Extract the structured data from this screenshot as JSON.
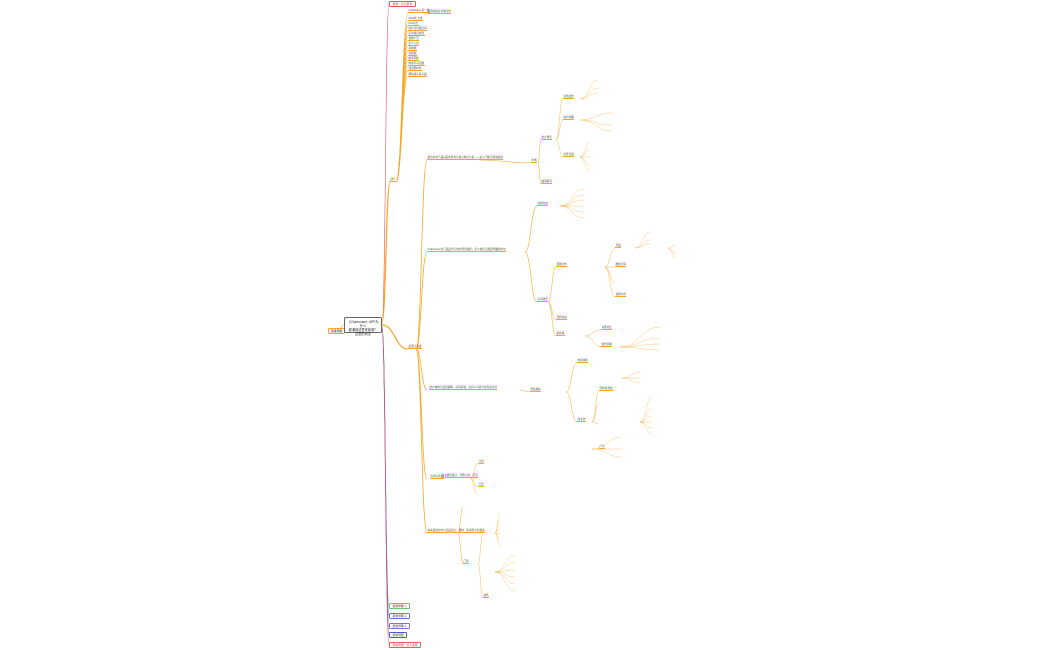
{
  "root": {
    "label": "思维导图"
  },
  "central": {
    "line1": "《Clubhouse》APP为什么",
    "line2": "都涌到这里来参观？",
    "line3": "这里的玩法"
  },
  "side_nodes": [
    {
      "label": "思维一点大思导",
      "color": "red"
    },
    {
      "label": "思维导图·1",
      "color": "green"
    },
    {
      "label": "思维导图·2",
      "color": "blue"
    },
    {
      "label": "思维导图·3",
      "color": "purple"
    },
    {
      "label": "思维导图",
      "color": "indigo"
    },
    {
      "label": "思维导图一点大思导",
      "color": "red"
    }
  ],
  "branches": [
    {
      "label": "简介"
    },
    {
      "label": "起源与发展"
    },
    {
      "label": "应用与影响"
    }
  ],
  "main_topics": [
    {
      "label": "语音社交产品兴起的背景与核心特点分析——进入门槛与邀请机制"
    },
    {
      "label": "Clubhouse 的产品定位与用户增长路径，名人效应与圈层传播的作用"
    },
    {
      "label": "用户体验与运营策略：房间机制、主持人与听众的互动方式"
    },
    {
      "label": "商业模式探讨：付费订阅、打赏"
    },
    {
      "label": "未来发展方向与竞品对比：推特、脸书等平台跟进"
    }
  ],
  "intro_items": [
    {
      "label": "Clubhouse 是一款"
    },
    {
      "label": "邀请制语音社交应用"
    },
    {
      "label": "2020年上线"
    },
    {
      "label": "iOS平台"
    },
    {
      "label": "用户可创建房间"
    },
    {
      "label": "实时语音交流"
    },
    {
      "label": "话题广泛"
    },
    {
      "label": "名人入驻"
    },
    {
      "label": "科技圈"
    },
    {
      "label": "创投圈"
    },
    {
      "label": "娱乐明星"
    },
    {
      "label": "内容不可回放"
    },
    {
      "label": "强调即时性"
    },
    {
      "label": "稀缺感与参与感"
    }
  ],
  "sub_items": [
    {
      "label": "市场"
    },
    {
      "label": "用户增长"
    },
    {
      "label": "融资情况"
    },
    {
      "label": "估值变化"
    },
    {
      "label": "用户画像"
    },
    {
      "label": "社区氛围"
    },
    {
      "label": "内容生态"
    },
    {
      "label": "房间类型"
    },
    {
      "label": "话题分布"
    },
    {
      "label": "活跃时段"
    },
    {
      "label": "留存率"
    },
    {
      "label": "竞品"
    },
    {
      "label": "推特空间"
    },
    {
      "label": "其他平台"
    },
    {
      "label": "功能对比"
    },
    {
      "label": "监管问题"
    },
    {
      "label": "隐私保护"
    },
    {
      "label": "内容审核"
    },
    {
      "label": "商业化"
    },
    {
      "label": "创作者激励"
    },
    {
      "label": "广告"
    },
    {
      "label": "订阅"
    },
    {
      "label": "打赏"
    },
    {
      "label": "门票"
    },
    {
      "label": "总结"
    }
  ]
}
